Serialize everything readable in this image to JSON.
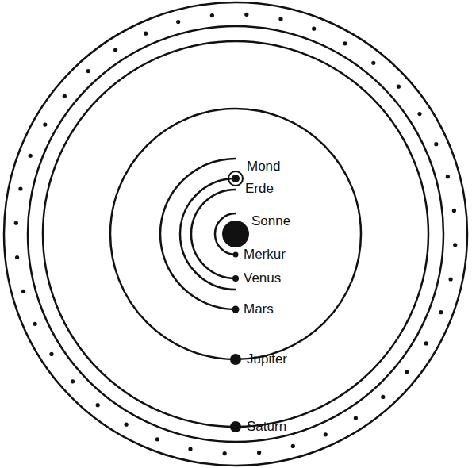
{
  "diagram": {
    "labels": [
      "Mond",
      "Erde",
      "Sonne",
      "Merkur",
      "Venus",
      "Mars",
      "Jupiter",
      "Saturn"
    ]
  }
}
